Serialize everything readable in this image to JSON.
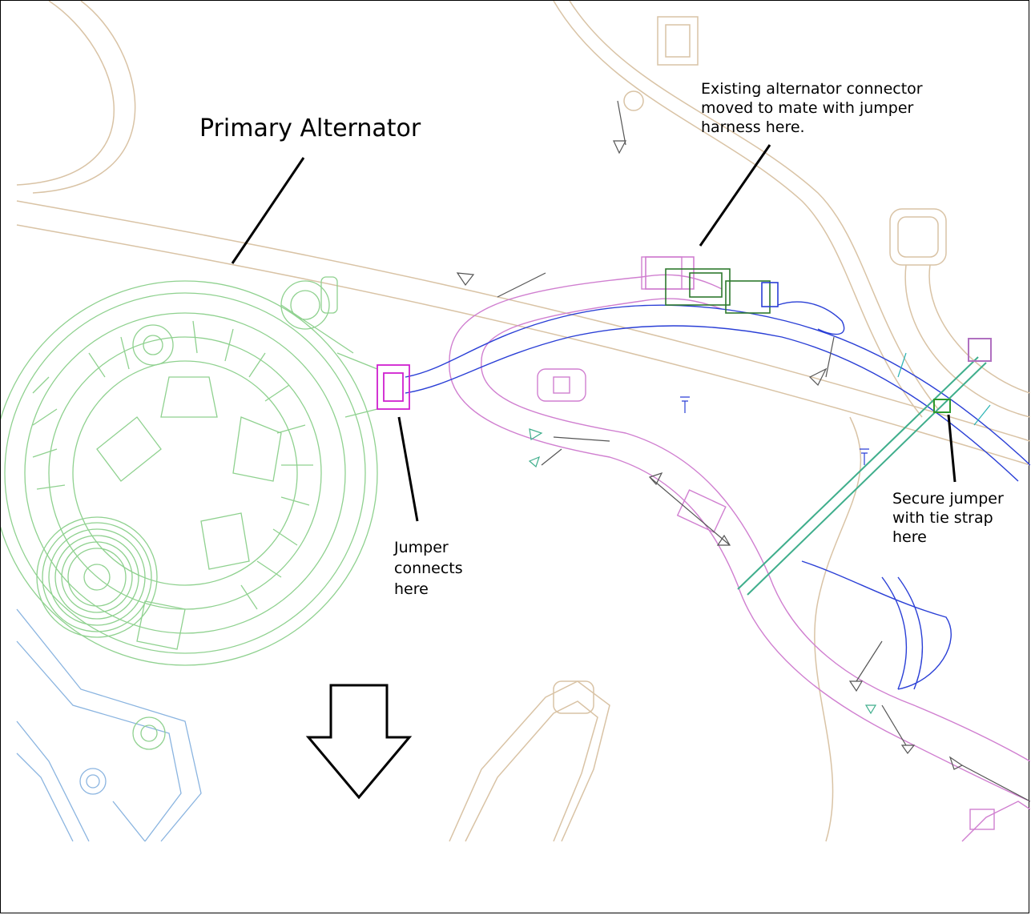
{
  "diagram": {
    "title": "Primary Alternator",
    "callouts": {
      "existing_connector": "Existing alternator connector\nmoved to mate with jumper\nharness here.",
      "jumper_connects": "Jumper\nconnects\nhere",
      "secure_jumper": "Secure jumper\nwith tie strap\nhere"
    },
    "colors": {
      "alternator": "#8fd18f",
      "harness": "#d07fd0",
      "jumper": "#2a3fd6",
      "tie_strap": "#3fae8c",
      "background_parts": "#d9c3a5",
      "bracket": "#8ab4e0",
      "leader_lines": "#000000"
    },
    "icons": {
      "direction_arrow": "down-arrow-outline-icon"
    }
  }
}
